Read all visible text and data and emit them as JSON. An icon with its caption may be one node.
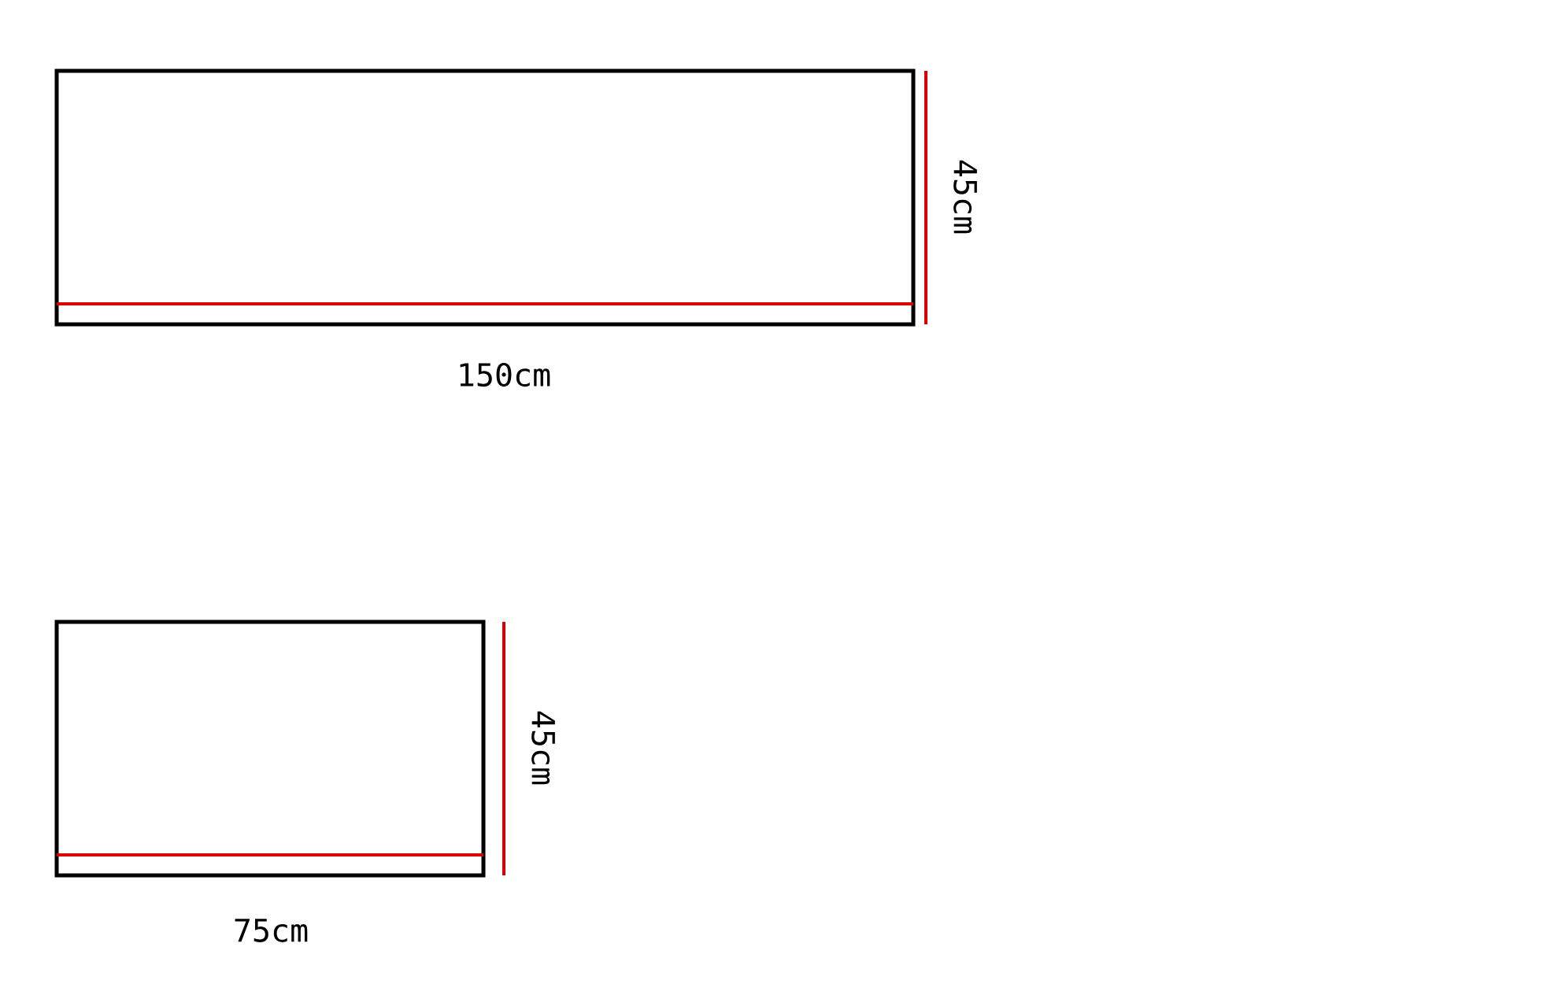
{
  "diagram": {
    "labels": [
      "45cm",
      "150cm",
      "45cm",
      "75cm"
    ]
  }
}
